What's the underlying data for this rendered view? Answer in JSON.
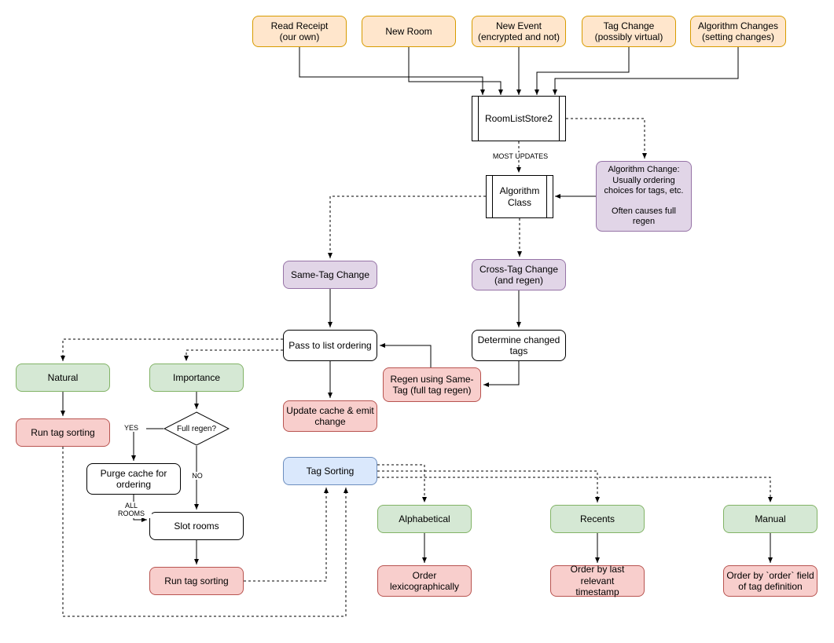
{
  "diagram": {
    "nodes": {
      "read_receipt": "Read Receipt\n(our own)",
      "new_room": "New Room",
      "new_event": "New Event\n(encrypted and not)",
      "tag_change": "Tag Change\n(possibly virtual)",
      "algorithm_changes": "Algorithm Changes\n(setting changes)",
      "room_list_store2": "RoomListStore2",
      "algorithm_class": "Algorithm\nClass",
      "algorithm_change_note": "Algorithm Change:\nUsually ordering\nchoices for tags, etc.\n\nOften causes full\nregen",
      "same_tag_change": "Same-Tag Change",
      "cross_tag_change": "Cross-Tag Change\n(and regen)",
      "pass_to_list_ordering": "Pass to list ordering",
      "determine_changed_tags": "Determine changed\ntags",
      "regen_same_tag": "Regen using Same-\nTag (full tag regen)",
      "update_cache": "Update cache & emit\nchange",
      "natural": "Natural",
      "importance": "Importance",
      "run_tag_sorting_left": "Run tag sorting",
      "full_regen": "Full regen?",
      "purge_cache": "Purge cache for\nordering",
      "slot_rooms": "Slot rooms",
      "run_tag_sorting_bottom": "Run tag sorting",
      "tag_sorting": "Tag Sorting",
      "alphabetical": "Alphabetical",
      "recents": "Recents",
      "manual": "Manual",
      "order_lexicographically": "Order\nlexicographically",
      "order_by_timestamp": "Order by last relevant\ntimestamp",
      "order_by_order_field": "Order by `order` field\nof tag definition"
    },
    "labels": {
      "most_updates": "MOST UPDATES",
      "yes": "YES",
      "no": "NO",
      "all_rooms": "ALL\nROOMS"
    },
    "colors": {
      "orange_fill": "#ffe6cc",
      "orange_stroke": "#d79b00",
      "purple_fill": "#e1d5e7",
      "purple_stroke": "#9673a6",
      "green_fill": "#d5e8d4",
      "green_stroke": "#82b366",
      "red_fill": "#f8cecc",
      "red_stroke": "#b85450",
      "blue_fill": "#dae8fc",
      "blue_stroke": "#6c8ebf"
    }
  }
}
